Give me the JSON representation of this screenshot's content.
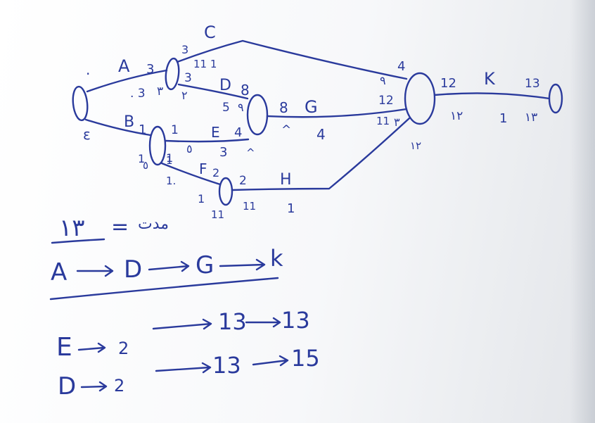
{
  "diagram": {
    "activities": [
      {
        "name": "A",
        "top": "3",
        "bottom": "3"
      },
      {
        "name": "B",
        "top": "1",
        "bottom": "1"
      },
      {
        "name": "C",
        "top": "3",
        "right_top": "4"
      },
      {
        "name": "D",
        "top": "3",
        "right_top": "8"
      },
      {
        "name": "E",
        "top": "1",
        "right_top": "4",
        "bottom": "3"
      },
      {
        "name": "F",
        "top": "1",
        "right_top": "2"
      },
      {
        "name": "G",
        "left_top": "8",
        "right_top": "4"
      },
      {
        "name": "H",
        "left_top": "2",
        "bottom": "1"
      },
      {
        "name": "K",
        "left_top": "12",
        "right_top": "13",
        "bottom": "1"
      }
    ],
    "node_labels": {
      "start_top": ".",
      "start_eps": "ε",
      "n2_top": "3",
      "n2_mid": "٣",
      "n2_bot": "٢",
      "n2_right": "11  1",
      "n3_left_top": "5",
      "n3_left_bot": "٩",
      "n3_right_bot": "^",
      "n4_left": "1",
      "n4_left2": "٥",
      "n4_bot": "1.",
      "n4_mid": "٥",
      "n4_mid2": "1",
      "n5_left": "1",
      "n5_bottom": "11",
      "n5_bottom2": "11",
      "n6_left_top": "٩",
      "n6_left_mid": "12",
      "n6_left_bot": "٣",
      "n6_left_bot2": "11",
      "n6_bottom": "١٢",
      "n7_bottom": "١٢",
      "n7_bottom2": "١٣",
      "n3_bottom": "^",
      "n2_small": "1",
      "n2_small2": ". 3"
    },
    "duration_line": {
      "value": "١٣",
      "equals": "=",
      "word": "مدت"
    },
    "critical_path": {
      "nodes": [
        "A",
        "D",
        "G",
        "k"
      ]
    },
    "float_rows": [
      {
        "from": "E",
        "value": "2",
        "a": "13",
        "b": "13"
      },
      {
        "from": "D",
        "value": "2",
        "a": "13",
        "b": "15"
      }
    ]
  }
}
